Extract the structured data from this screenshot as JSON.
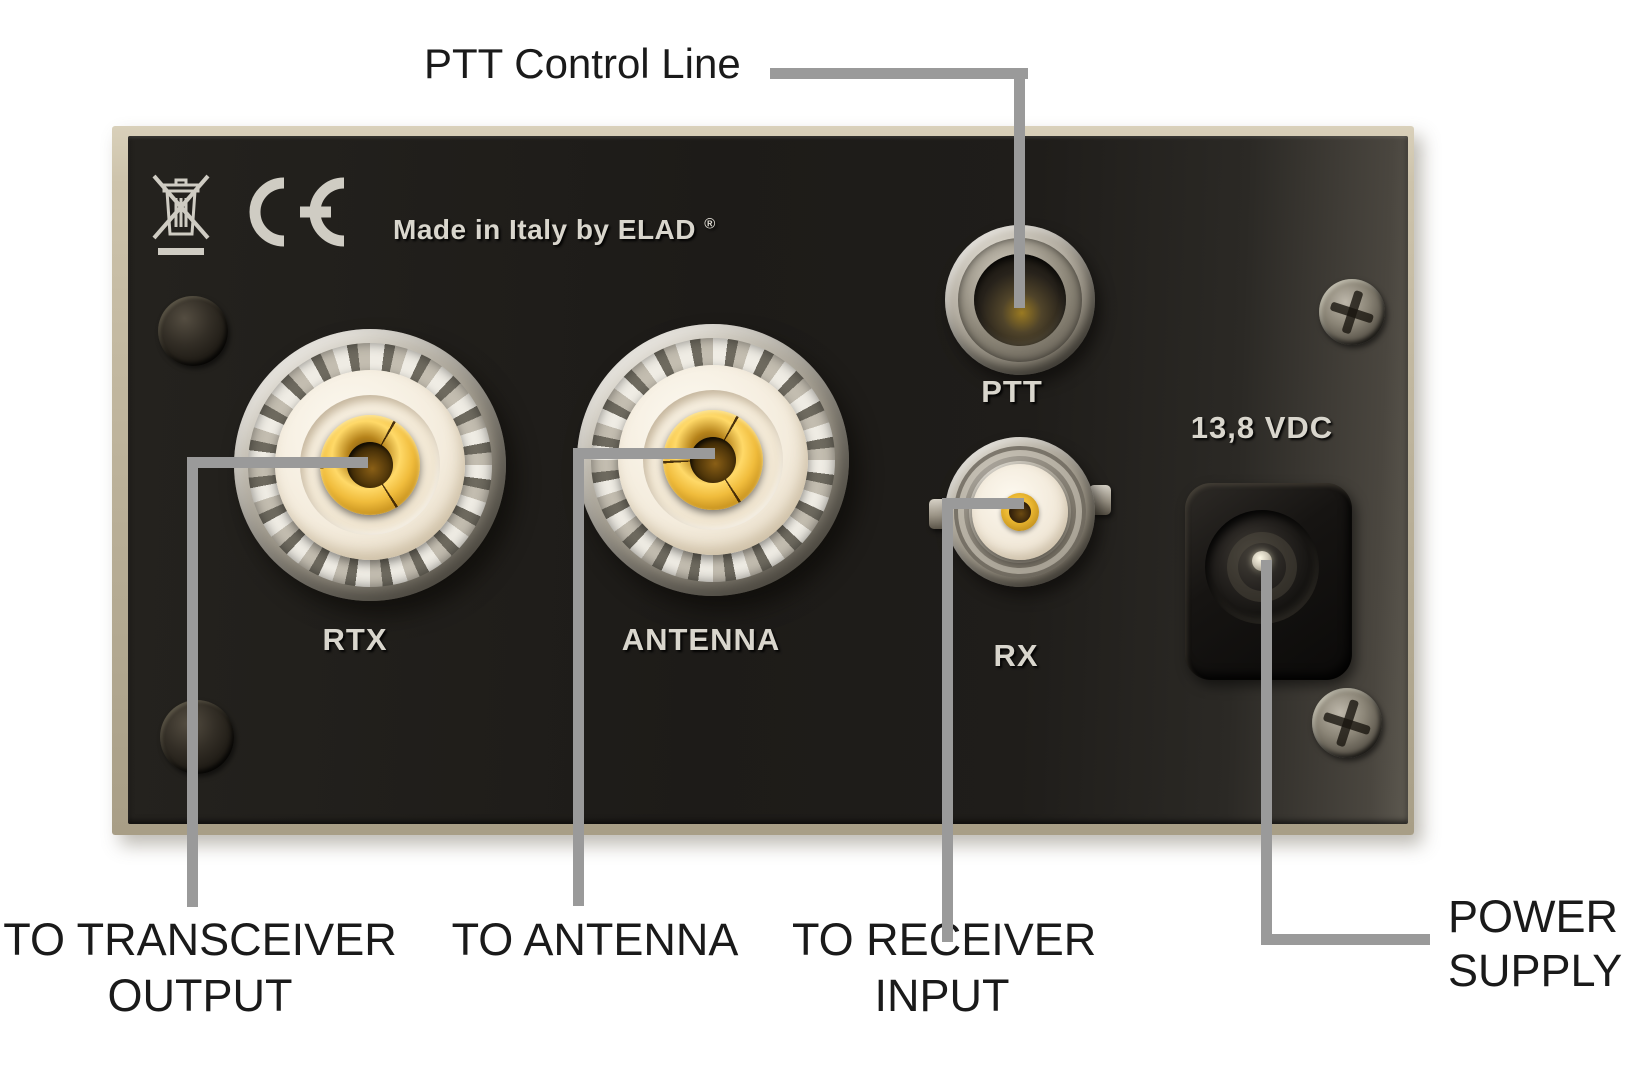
{
  "callouts": {
    "ptt": {
      "label": "PTT Control Line"
    },
    "transceiver": {
      "line1": "TO TRANSCEIVER",
      "line2": "OUTPUT"
    },
    "antenna": {
      "label": "TO ANTENNA"
    },
    "receiver": {
      "line1": "TO RECEIVER",
      "line2": "INPUT"
    },
    "power": {
      "line1": "POWER",
      "line2": "SUPPLY"
    }
  },
  "panel": {
    "made_in_text": "Made in Italy by ELAD",
    "registered_symbol": "®",
    "ports": {
      "rtx": {
        "label": "RTX"
      },
      "antenna": {
        "label": "ANTENNA"
      },
      "ptt": {
        "label": "PTT"
      },
      "rx": {
        "label": "RX"
      },
      "power": {
        "label": "13,8 VDC"
      }
    },
    "icons": [
      "weee-crossed-bin-icon",
      "ce-mark-icon"
    ]
  },
  "colors": {
    "background": "#ffffff",
    "panel_black": "#1e1c19",
    "chassis_beige": "#cdc3ab",
    "callout_gray": "#9a9a9a",
    "panel_text_white": "#d9d6cd",
    "label_text_black": "#1a1a1a",
    "gold_contact": "#e9b52f",
    "insulator_white": "#f1e8d8"
  }
}
